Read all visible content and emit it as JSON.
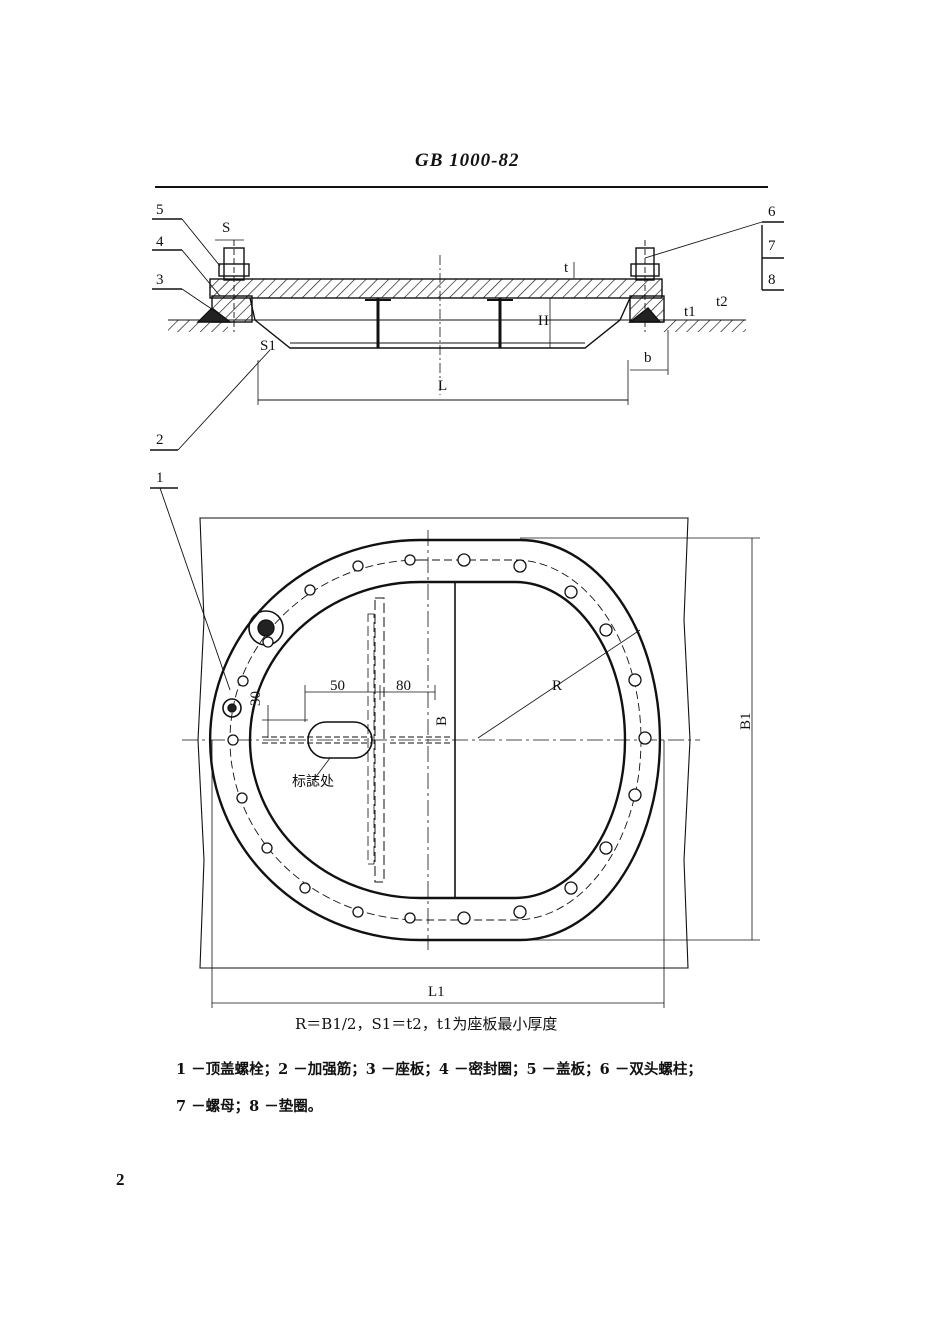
{
  "header": {
    "standard_code": "GB 1000-82"
  },
  "section_view": {
    "part_numbers": [
      "5",
      "4",
      "3",
      "6",
      "7",
      "8",
      "2",
      "1"
    ],
    "dims": {
      "s": "S",
      "s1": "S1",
      "t": "t",
      "h": "H",
      "t1": "t1",
      "t2": "t2",
      "b": "b",
      "l": "L"
    }
  },
  "plan_view": {
    "dims": {
      "d50": "50",
      "d80": "80",
      "d30": "30",
      "r": "R",
      "b": "B",
      "b1": "B1",
      "l1": "L1"
    },
    "mark_label": "标誌处"
  },
  "caption": "R＝B1/2，S1＝t2，t1为座板最小厚度",
  "legend": {
    "line1": "1 －顶盖螺栓；2 －加强筋；3 －座板；4 －密封圈；5 －盖板；6 －双头螺柱；",
    "line2": "7 －螺母；8 －垫圈。"
  },
  "page_number": "2"
}
